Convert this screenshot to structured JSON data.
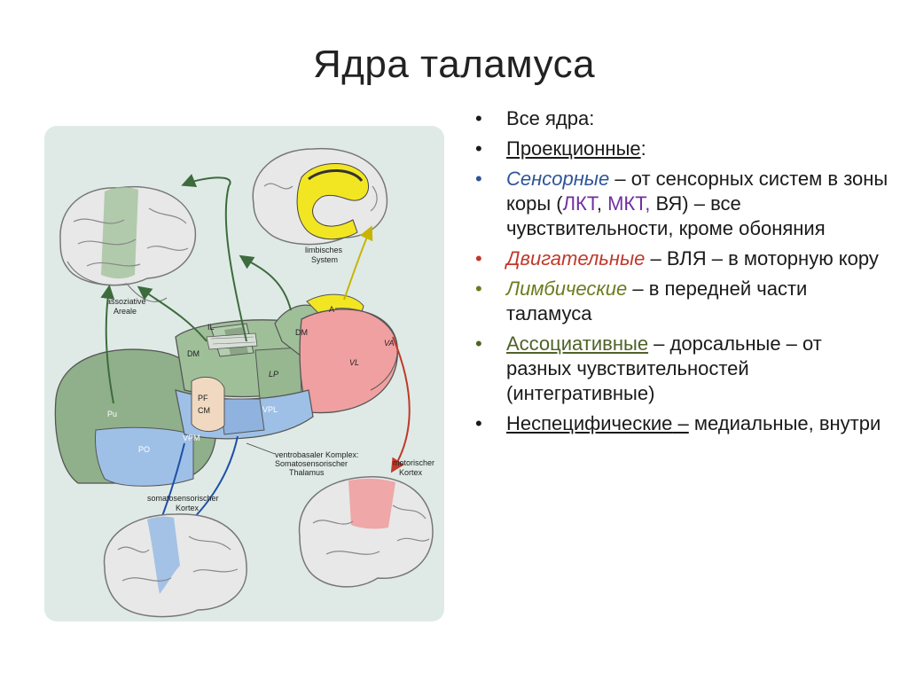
{
  "slide": {
    "title": "Ядра таламуса",
    "colors": {
      "sensory": "#2f5597",
      "motor": "#c0392b",
      "limbic": "#6b7c1e",
      "assoc": "#4f6228",
      "lkt": "#7030a0"
    }
  },
  "figure": {
    "labels": {
      "assoc": [
        "assoziative",
        "Areale"
      ],
      "limbic": [
        "limbisches",
        "System"
      ],
      "motor": [
        "motorischer",
        "Kortex"
      ],
      "somato": [
        "somatosensorischer",
        "Kortex"
      ],
      "ventro": [
        "ventrobasaler Komplex:",
        "Somatosensorischer",
        "Thalamus"
      ],
      "nuclei": {
        "il": "IL",
        "dm": "DM",
        "dm2": "DM",
        "a": "A",
        "lp": "LP",
        "va": "VA",
        "vl": "VL",
        "pu": "Pu",
        "pf": "PF",
        "cm": "CM",
        "vpm": "VPM",
        "vpl": "VPL",
        "po": "PO"
      }
    }
  },
  "bullets": [
    {
      "text": "Все ядра:"
    },
    {
      "lead": "Проекционные",
      "rest": ":"
    },
    {
      "lead": "Сенсорные",
      "rest": " – от сенсорных систем в зоны коры (",
      "hl1": "ЛКТ",
      "mid": ", ",
      "hl2": "МКТ,",
      "tail": " ВЯ) – все чувствительности, кроме обоняния"
    },
    {
      "lead": "Двигательные",
      "rest": " – ВЛЯ – в моторную кору"
    },
    {
      "lead": "Лимбические",
      "rest": " – в передней части таламуса"
    },
    {
      "lead": "Ассоциативные",
      "rest": " – дорсальные – от разных чувствительностей (интегративные)"
    },
    {
      "lead": "Неспецифические",
      "rest": " –",
      "tail": " медиальные, внутри"
    }
  ]
}
